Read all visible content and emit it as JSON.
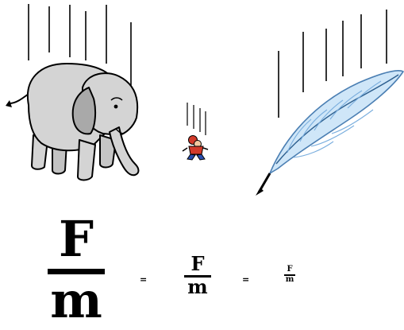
{
  "illustrations": {
    "left": "elephant-icon",
    "center": "small-person-icon",
    "right": "feather-icon"
  },
  "equation": {
    "terms": [
      {
        "numerator": "F",
        "denominator": "m"
      },
      {
        "numerator": "F",
        "denominator": "m"
      },
      {
        "numerator": "F",
        "denominator": "m"
      }
    ],
    "operators": [
      "=",
      "="
    ]
  },
  "colors": {
    "elephant_fill": "#d4d4d4",
    "elephant_shadow": "#a9a9a9",
    "feather_blue": "#a8d4f3",
    "person_shirt": "#d23a2a",
    "person_pants": "#2b4fb0",
    "ink": "#000000"
  }
}
